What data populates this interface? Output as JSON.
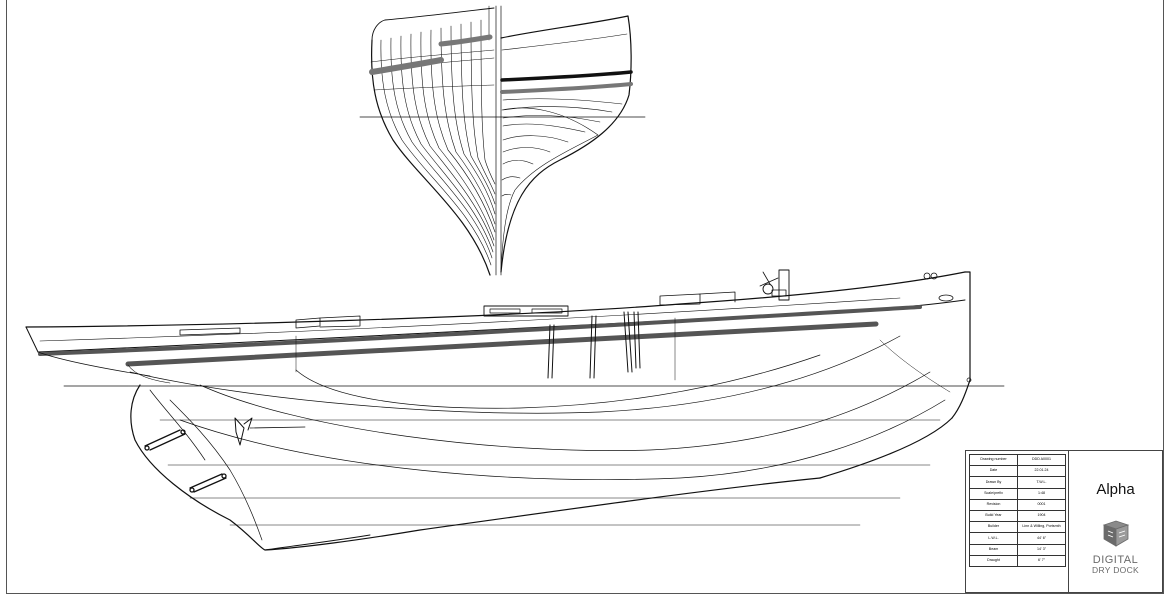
{
  "drawing": {
    "vessel_name": "Alpha",
    "views": [
      "body-plan",
      "profile"
    ]
  },
  "title_block": {
    "rows": [
      {
        "label": "Drawing number",
        "value": "DDD A0001"
      },
      {
        "label": "Date",
        "value": "22.01.24"
      },
      {
        "label": "Drawn By",
        "value": "T.W.L."
      },
      {
        "label": "Scale/prefix",
        "value": "1:48"
      },
      {
        "label": "Revision",
        "value": "0001"
      },
      {
        "label": "Build Year",
        "value": "1904"
      },
      {
        "label": "Builder",
        "value": "Linn & Willing, Portsmth"
      },
      {
        "label": "L.W.L.",
        "value": "44' 6\""
      },
      {
        "label": "Beam",
        "value": "14' 3\""
      },
      {
        "label": "Draught",
        "value": "6' 7\""
      }
    ]
  },
  "logo": {
    "line1": "DIGITAL",
    "line2": "DRY DOCK",
    "icon": "dry-dock-cube-icon",
    "color": "#6a6a6a"
  }
}
